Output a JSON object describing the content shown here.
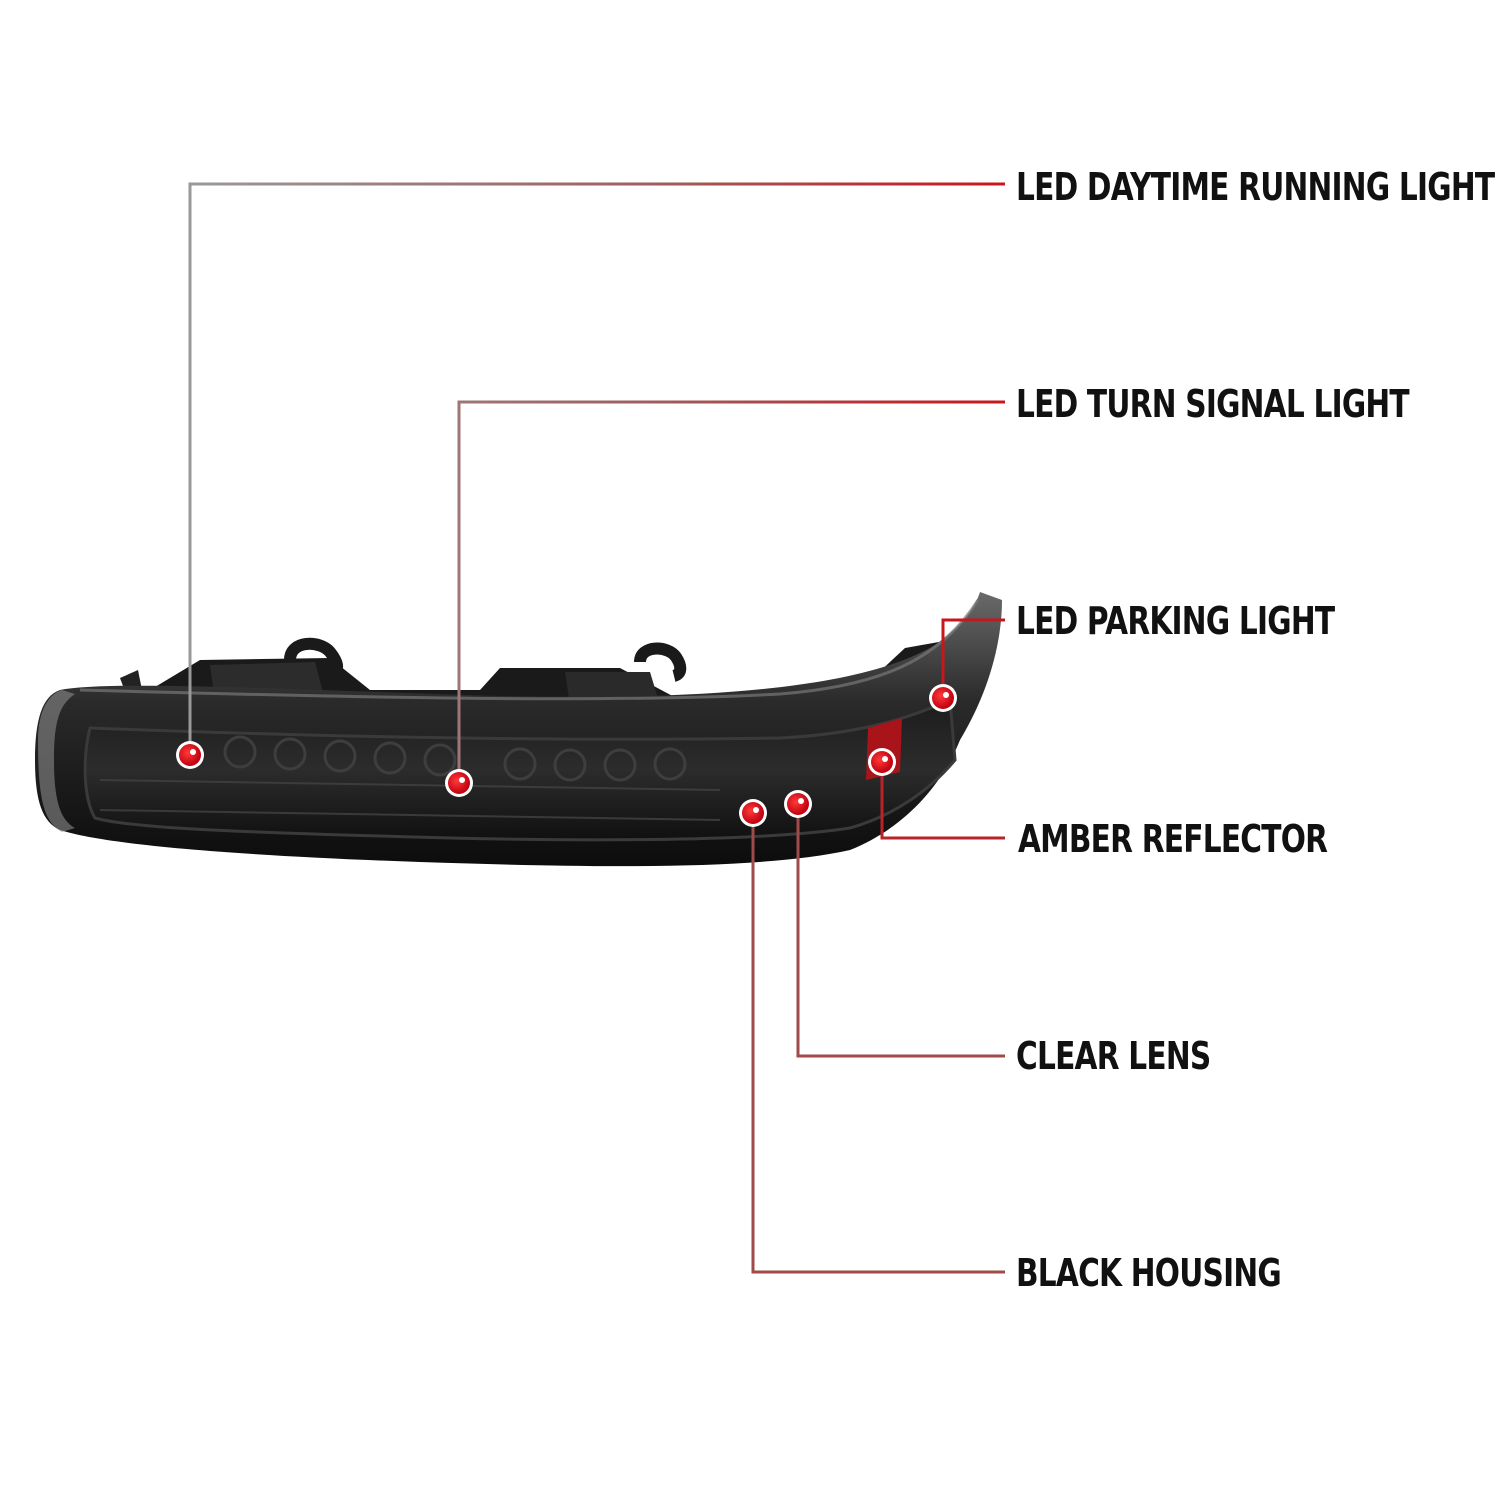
{
  "diagram": {
    "callouts": [
      {
        "id": "drl",
        "label": "LED DAYTIME RUNNING LIGHT"
      },
      {
        "id": "turn",
        "label": "LED TURN SIGNAL LIGHT"
      },
      {
        "id": "parking",
        "label": "LED PARKING LIGHT"
      },
      {
        "id": "amber",
        "label": "AMBER REFLECTOR"
      },
      {
        "id": "clear",
        "label": "CLEAR LENS"
      },
      {
        "id": "housing",
        "label": "BLACK HOUSING"
      }
    ],
    "colors": {
      "leader_start": "#9a9a9a",
      "leader_end": "#c8161d",
      "marker": "#d0101a",
      "housing": "#111111",
      "reflector": "#b0161a",
      "label_text": "#111111"
    }
  }
}
